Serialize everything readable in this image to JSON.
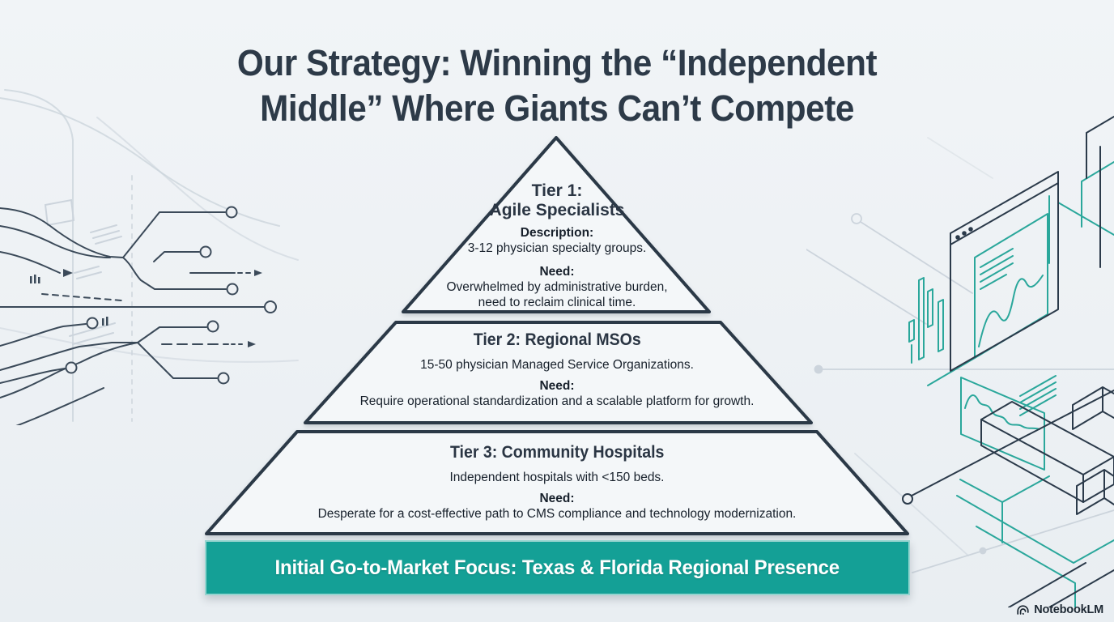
{
  "title": {
    "line1": "Our Strategy: Winning the “Independent",
    "line2": "Middle” Where Giants Can’t Compete"
  },
  "pyramid": {
    "tiers": [
      {
        "heading_line1": "Tier 1:",
        "heading_line2": "Agile Specialists",
        "description_label": "Description:",
        "description": "3-12 physician specialty groups.",
        "need_label": "Need:",
        "need": "Overwhelmed by administrative burden, need to reclaim clinical time."
      },
      {
        "heading": "Tier 2: Regional MSOs",
        "description": "15-50 physician Managed Service Organizations.",
        "need_label": "Need:",
        "need": "Require operational standardization and a scalable platform for growth."
      },
      {
        "heading": "Tier 3: Community Hospitals",
        "description": "Independent hospitals with <150 beds.",
        "need_label": "Need:",
        "need": "Desperate for a cost-effective path to CMS compliance and technology modernization."
      }
    ]
  },
  "banner": {
    "label": "Initial Go-to-Market Focus: Texas & Florida Regional Presence"
  },
  "watermark": {
    "brand": "NotebookLM"
  },
  "colors": {
    "background": "#edf1f4",
    "ink": "#2d3a48",
    "pyramid_outline": "#2b3947",
    "pyramid_fill": "#f4f7f9",
    "accent_teal": "#14a096",
    "banner_text": "#ffffff",
    "line_dark": "#3b4a59",
    "line_teal": "#2aa79b",
    "line_light": "#ccd4dc"
  }
}
